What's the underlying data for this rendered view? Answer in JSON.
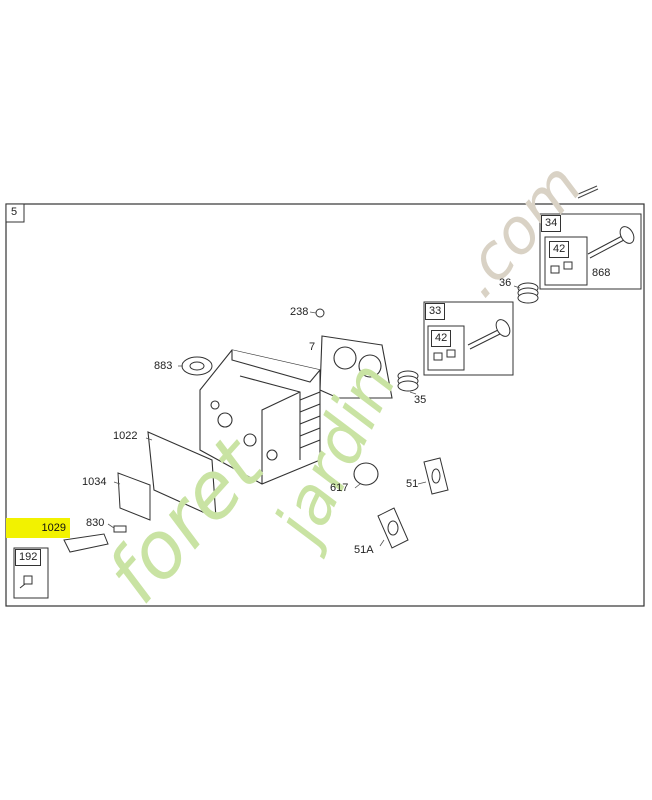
{
  "diagram": {
    "frame_label": "5",
    "callouts": {
      "c238": "238",
      "c7": "7",
      "c883": "883",
      "c1022": "1022",
      "c1034": "1034",
      "c830": "830",
      "c617": "617",
      "c51": "51",
      "c51A": "51A",
      "c35": "35",
      "c36": "36",
      "c868": "868"
    },
    "highlighted_part": "1029",
    "boxed_parts": {
      "b34": "34",
      "b42a": "42",
      "b33": "33",
      "b42b": "42",
      "b192": "192"
    },
    "highlight_color": "#f2f200"
  },
  "watermark": {
    "part1": "foret",
    "part2": "jardin",
    "part3": ".com",
    "colors": {
      "green": "#c9e3a3",
      "grey": "#d9d2c5",
      "orange": "#f7d4a6"
    }
  }
}
